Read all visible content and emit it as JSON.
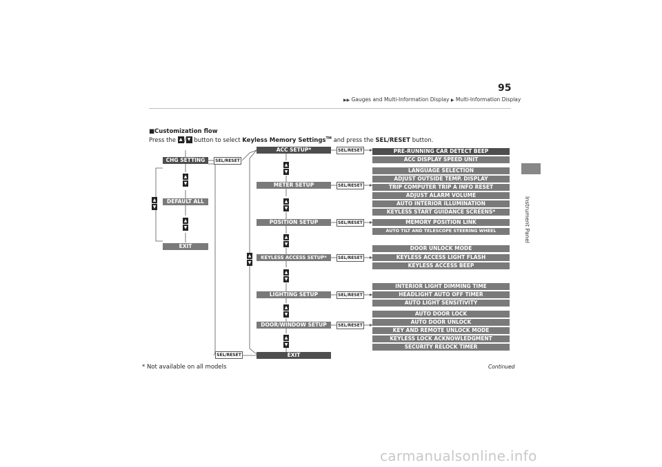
{
  "header": {
    "breadcrumb": [
      "Gauges and Multi-Information Display",
      "Multi-Information Display"
    ],
    "page_number": "95",
    "side_label": "Instrument Panel"
  },
  "section": {
    "title": "■Customization flow",
    "intro_press": "Press the",
    "intro_button_text": "button to select",
    "intro_target": "Keyless Memory Settings",
    "intro_tm": "TM",
    "intro_and": "and press the",
    "intro_selreset": "SEL/RESET",
    "intro_end": "button."
  },
  "left_menu": {
    "chg_setting": "CHG SETTING",
    "default_all": "DEFAULT ALL",
    "exit": "EXIT"
  },
  "sel_reset_label": "SEL/RESET",
  "main_menu": [
    {
      "label": "ACC SETUP*",
      "items": [
        "PRE-RUNNING CAR DETECT BEEP",
        "ACC DISPLAY SPEED UNIT"
      ]
    },
    {
      "label": "METER SETUP",
      "items": [
        "LANGUAGE SELECTION",
        "ADJUST OUTSIDE TEMP. DISPLAY",
        "TRIP COMPUTER TRIP A INFO RESET",
        "ADJUST ALARM VOLUME",
        "AUTO INTERIOR ILLUMINATION",
        "KEYLESS START GUIDANCE SCREENS*"
      ]
    },
    {
      "label": "POSITION SETUP",
      "items": [
        "MEMORY POSITION LINK",
        "AUTO TILT AND TELESCOPE STEERING WHEEL"
      ]
    },
    {
      "label": "KEYLESS ACCESS SETUP*",
      "items": [
        "DOOR UNLOCK MODE",
        "KEYLESS ACCESS LIGHT FLASH",
        "KEYLESS ACCESS BEEP"
      ]
    },
    {
      "label": "LIGHTING SETUP",
      "items": [
        "INTERIOR LIGHT DIMMING TIME",
        "HEADLIGHT AUTO OFF TIMER",
        "AUTO LIGHT SENSITIVITY"
      ]
    },
    {
      "label": "DOOR/WINDOW SETUP",
      "items": [
        "AUTO DOOR LOCK",
        "AUTO DOOR UNLOCK",
        "KEY AND REMOTE UNLOCK MODE",
        "KEYLESS LOCK ACKNOWLEDGMENT",
        "SECURITY RELOCK TIMER"
      ]
    },
    {
      "label": "EXIT",
      "items": []
    }
  ],
  "footer": {
    "footnote": "* Not available on all models",
    "continued": "Continued",
    "watermark": "carmanualsonline.info"
  }
}
